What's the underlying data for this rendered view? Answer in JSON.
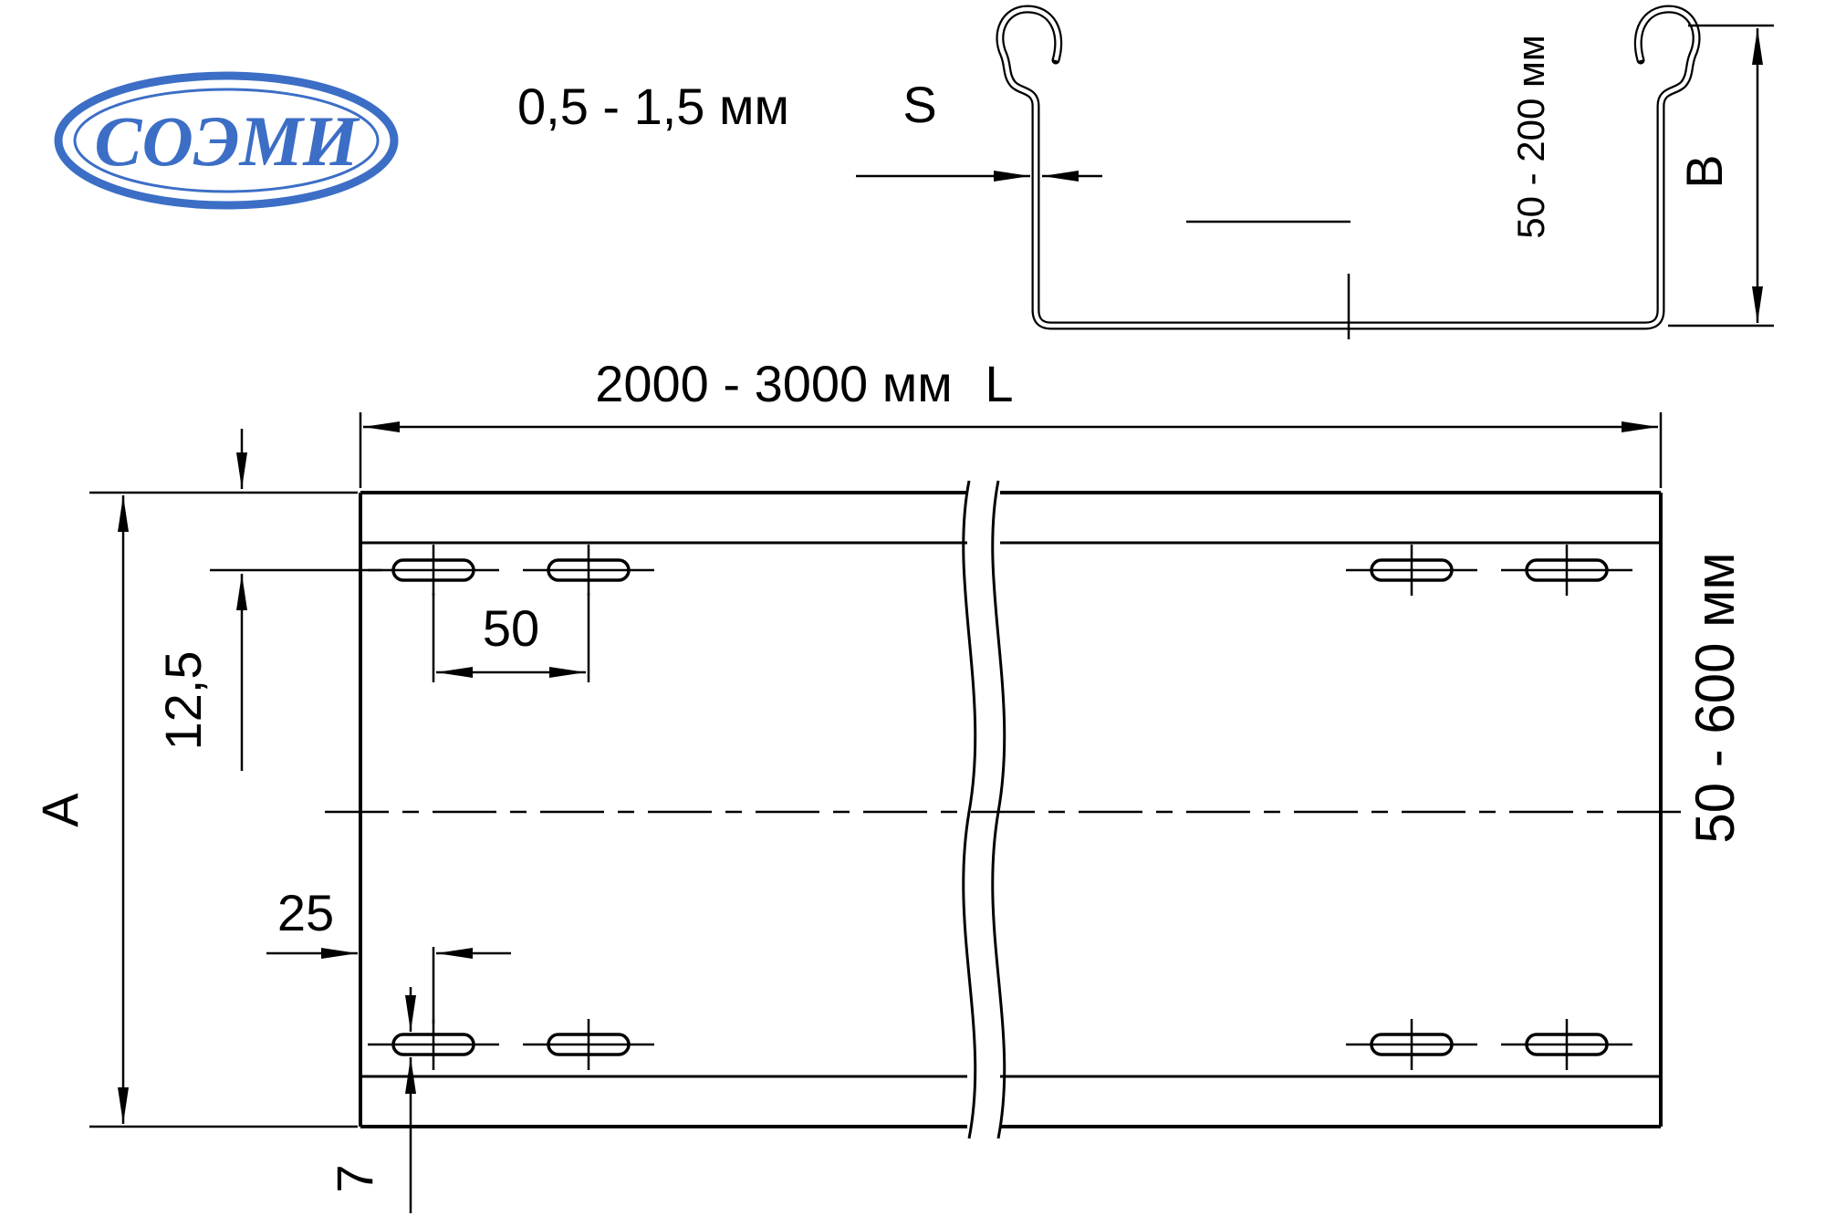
{
  "colors": {
    "line": "#000000",
    "logo_blue": "#3c6ec6",
    "background": "#ffffff"
  },
  "logo": {
    "text": "СОЭМИ"
  },
  "cross_section_view": {
    "thickness_range_label": "0,5 - 1,5 мм",
    "thickness_symbol": "S",
    "height_range_label": "50 - 200 мм",
    "height_symbol": "B"
  },
  "plan_view": {
    "length_range_label": "2000 - 3000 мм",
    "length_symbol": "L",
    "width_symbol": "A",
    "width_range_label": "50 - 600 мм",
    "slot_row_offset_label": "12,5",
    "slot_pitch_label": "50",
    "slot_end_offset_label": "25",
    "slot_width_label": "7"
  }
}
